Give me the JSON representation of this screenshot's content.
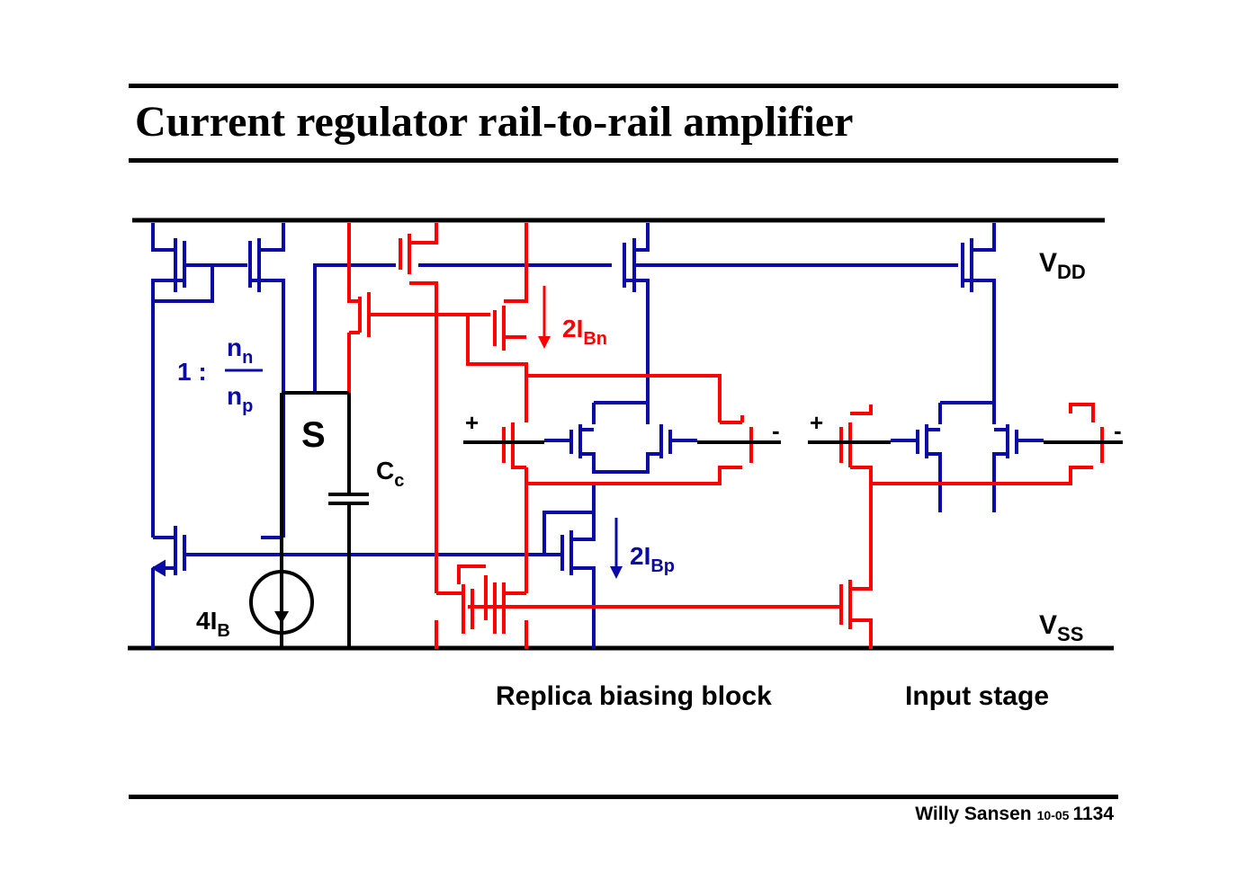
{
  "title": "Current regulator rail-to-rail amplifier",
  "colors": {
    "nmos_side": "#c00000",
    "pmos_side": "#000099",
    "rail": "#000000",
    "wire_red": "#ff0000",
    "wire_blue": "#0a0aa5"
  },
  "diagram": {
    "vdd": {
      "main": "V",
      "sub": "DD"
    },
    "vss": {
      "main": "V",
      "sub": "SS"
    },
    "ratio": {
      "prefix": "1 :",
      "num_main": "n",
      "num_sub": "n",
      "den_main": "n",
      "den_sub": "p"
    },
    "current_n": {
      "main": "2I",
      "sub": "Bn"
    },
    "current_p": {
      "main": "2I",
      "sub": "Bp"
    },
    "current_source": {
      "main": "4I",
      "sub": "B"
    },
    "block_s": "S",
    "cap": {
      "main": "C",
      "sub": "c"
    },
    "plus_1": "+",
    "minus_1": "-",
    "plus_2": "+",
    "minus_2": "-",
    "label_replica": "Replica biasing block",
    "label_input": "Input stage"
  },
  "footer": {
    "author": "Willy Sansen",
    "date": "10-05",
    "page": "1134"
  }
}
